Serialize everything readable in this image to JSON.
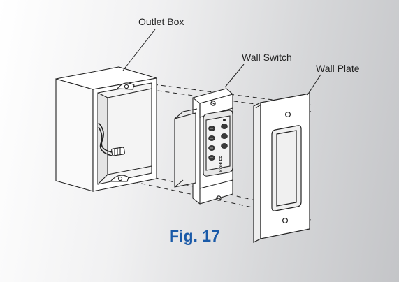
{
  "labels": {
    "outlet_box": "Outlet Box",
    "wall_switch": "Wall Switch",
    "wall_plate": "Wall Plate",
    "brand": "KOHLER"
  },
  "caption": "Fig. 17",
  "colors": {
    "caption": "#1a5aa8",
    "line": "#222222",
    "part_fill": "#ffffff",
    "keypad_face": "#e6e6e6",
    "keypad_button": "#3a3a3a"
  }
}
